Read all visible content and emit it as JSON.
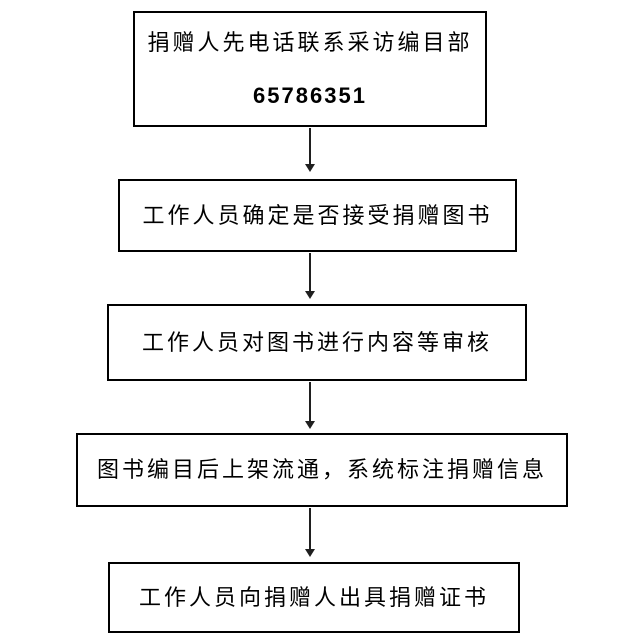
{
  "flowchart": {
    "description": "library-book-donation-process-flowchart",
    "steps": [
      {
        "label": "捐赠人先电话联系采访编目部",
        "phone": "65786351"
      },
      {
        "label": "工作人员确定是否接受捐赠图书"
      },
      {
        "label": "工作人员对图书进行内容等审核"
      },
      {
        "label": "图书编目后上架流通，系统标注捐赠信息"
      },
      {
        "label": "工作人员向捐赠人出具捐赠证书"
      }
    ]
  },
  "colors": {
    "background": "#ffffff",
    "box_border": "#000000",
    "text": "#000000",
    "arrow": "#1f1f1f"
  }
}
